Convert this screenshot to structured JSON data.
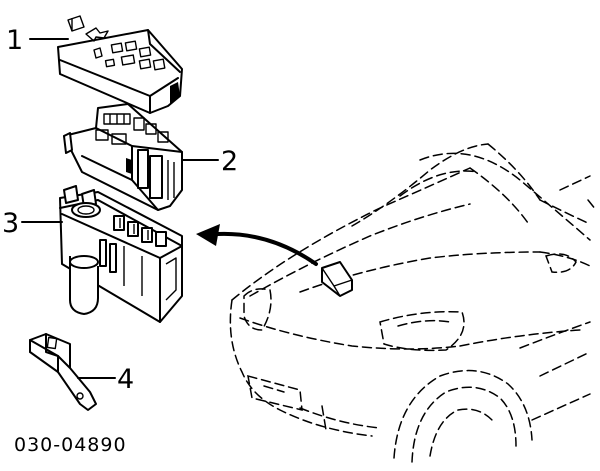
{
  "callouts": [
    {
      "id": "1",
      "label": "1"
    },
    {
      "id": "2",
      "label": "2"
    },
    {
      "id": "3",
      "label": "3"
    },
    {
      "id": "4",
      "label": "4"
    }
  ],
  "part_number": "030-04890"
}
